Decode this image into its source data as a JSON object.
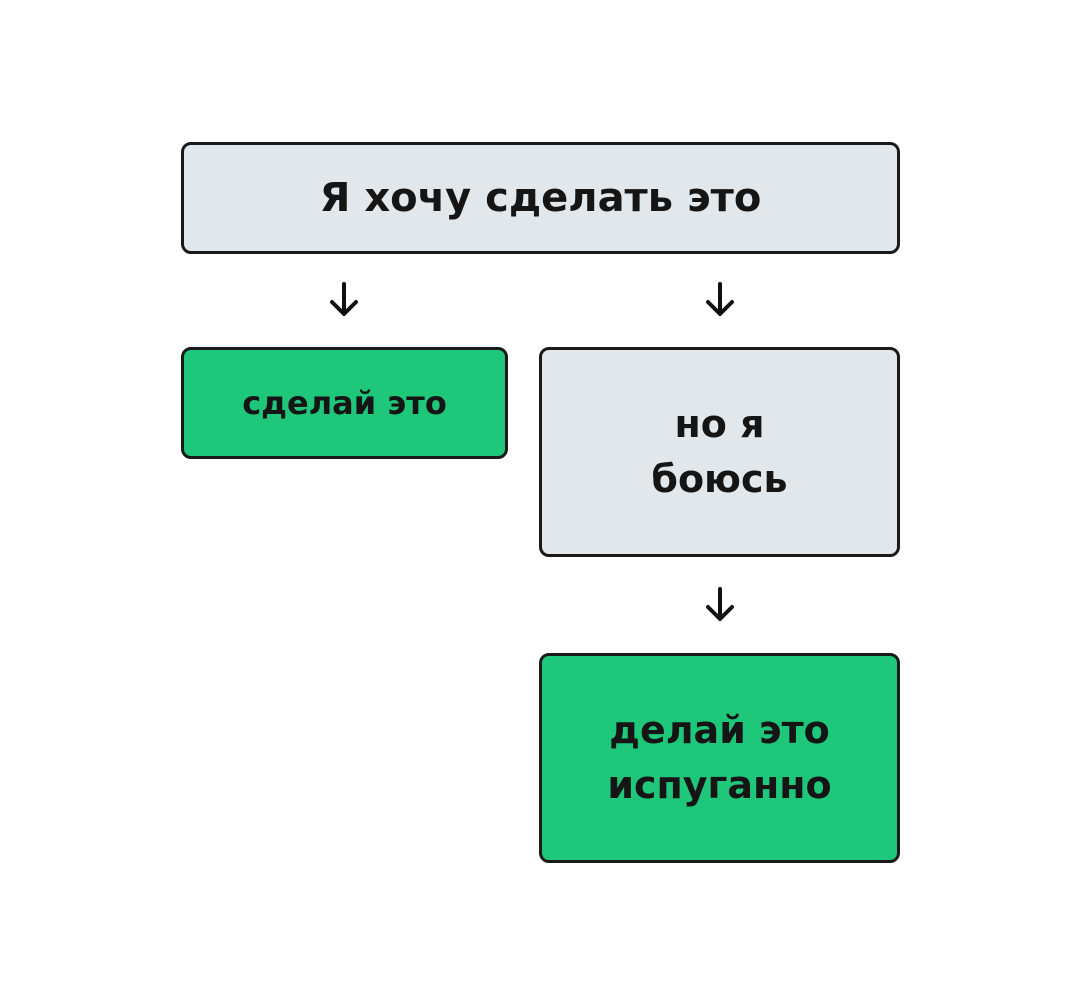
{
  "nodes": {
    "top": "Я хочу сделать это",
    "left": "сделай это",
    "right": "но я\nбоюсь",
    "bottom": "делай это\nиспуганно"
  },
  "colors": {
    "gray": "#e2e7eb",
    "green": "#1fc77b"
  }
}
